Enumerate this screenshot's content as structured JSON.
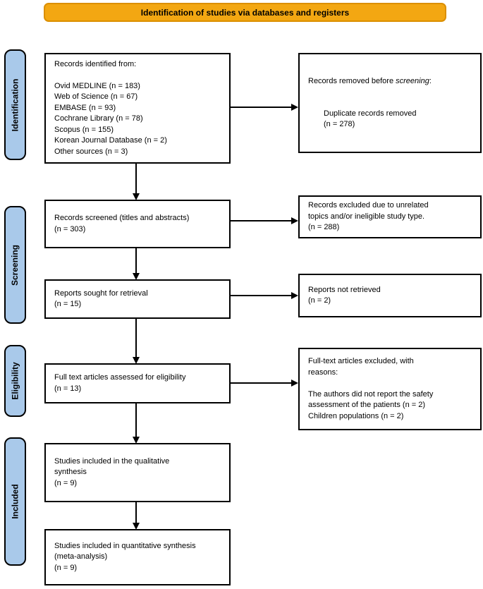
{
  "banner": {
    "label": "Identification of studies via databases and registers"
  },
  "colors": {
    "banner_fill": "#F3A712",
    "banner_border": "#DB8F00",
    "stage_fill": "#A9C9EA"
  },
  "stages": [
    {
      "label": "Identification"
    },
    {
      "label": "Screening"
    },
    {
      "label": "Eligibility"
    },
    {
      "label": "Included"
    }
  ],
  "boxes": {
    "records_identified": {
      "lines": [
        "Records identified from:",
        "",
        "Ovid MEDLINE (n = 183)",
        "Web of Science (n = 67)",
        "EMBASE (n = 93)",
        "Cochrane Library (n = 78)",
        "Scopus (n = 155)",
        "Korean Journal Database (n = 2)",
        "Other sources (n = 3)"
      ]
    },
    "records_removed": {
      "prefix": "Records removed before ",
      "italic": "screening",
      "suffix": ":",
      "detail_lines": [
        "Duplicate records removed",
        "(n = 278)"
      ]
    },
    "records_screened": {
      "lines": [
        "Records screened (titles and abstracts)",
        "(n = 303)"
      ]
    },
    "records_excluded": {
      "lines": [
        "Records excluded due to unrelated",
        "topics and/or ineligible study type.",
        "(n = 288)"
      ]
    },
    "reports_sought": {
      "lines": [
        "Reports sought for retrieval",
        "(n = 15)"
      ]
    },
    "reports_not_retrieved": {
      "lines": [
        "Reports not retrieved",
        "(n = 2)"
      ]
    },
    "fulltext_assessed": {
      "lines": [
        "Full text articles assessed for eligibility",
        "(n = 13)"
      ]
    },
    "fulltext_excluded": {
      "lines": [
        "Full-text articles excluded, with",
        "reasons:",
        "",
        "The authors did not report the safety",
        "assessment of the patients (n = 2)",
        "Children populations (n = 2)"
      ]
    },
    "qualitative_included": {
      "lines": [
        "Studies included in the qualitative",
        "synthesis",
        "(n = 9)"
      ]
    },
    "quantitative_included": {
      "lines": [
        "Studies included in quantitative synthesis",
        "(meta-analysis)",
        "(n = 9)"
      ]
    }
  }
}
